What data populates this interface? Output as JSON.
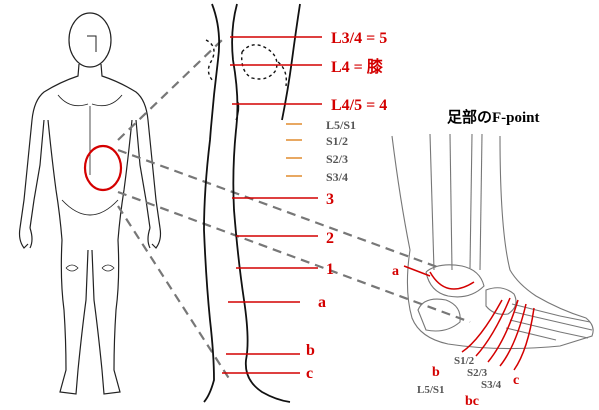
{
  "colors": {
    "accent_red": "#d40000",
    "outline": "#222222",
    "dash": "#777777",
    "orange_tick": "#e08a2e"
  },
  "leg": {
    "labels": {
      "l34": "L3/4 = 5",
      "l4": "L4 = 膝",
      "l45": "L4/5 = 4",
      "l5s1": "L5/S1",
      "s12": "S1/2",
      "s23": "S2/3",
      "s34": "S3/4",
      "n3": "3",
      "n2": "2",
      "n1": "1",
      "a": "a",
      "b": "b",
      "c": "c"
    }
  },
  "foot": {
    "title": "足部のF-point",
    "labels": {
      "a": "a",
      "b": "b",
      "c": "c",
      "bc": "bc",
      "s12": "S1/2",
      "s23": "S2/3",
      "s34": "S3/4",
      "l5s1": "L5/S1"
    }
  }
}
